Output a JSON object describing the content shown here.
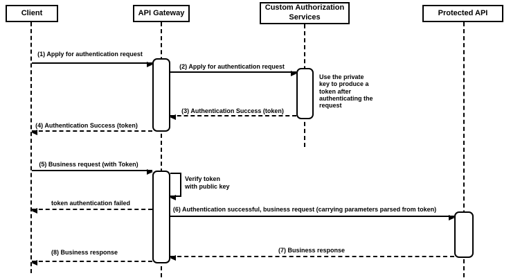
{
  "diagram_type": "uml-sequence",
  "colors": {
    "stroke": "#000000",
    "fill": "#ffffff",
    "text": "#000000",
    "background": "#ffffff"
  },
  "participants": [
    {
      "name": "Client"
    },
    {
      "name": "API Gateway"
    },
    {
      "name": "Custom Authorization Services"
    },
    {
      "name": "Protected API"
    }
  ],
  "messages": [
    {
      "seq": 1,
      "label": "(1) Apply for authentication request",
      "from": "Client",
      "to": "API Gateway",
      "style": "solid"
    },
    {
      "seq": 2,
      "label": "(2) Apply for authentication request",
      "from": "API Gateway",
      "to": "Custom Authorization Services",
      "style": "solid"
    },
    {
      "seq": 3,
      "label": "(3) Authentication Success (token)",
      "from": "Custom Authorization Services",
      "to": "API Gateway",
      "style": "dashed"
    },
    {
      "seq": 4,
      "label": "(4) Authentication Success (token)",
      "from": "API Gateway",
      "to": "Client",
      "style": "dashed"
    },
    {
      "seq": 5,
      "label": "(5) Business request (with Token)",
      "from": "Client",
      "to": "API Gateway",
      "style": "solid"
    },
    {
      "seq": 6,
      "label": "Verify token\nwith public key",
      "from": "API Gateway",
      "to": "API Gateway",
      "style": "self"
    },
    {
      "seq": 7,
      "label": "token authentication failed",
      "from": "API Gateway",
      "to": "Client",
      "style": "dashed"
    },
    {
      "seq": 8,
      "label": "(6) Authentication successful, business request (carrying parameters parsed from token)",
      "from": "API Gateway",
      "to": "Protected API",
      "style": "solid"
    },
    {
      "seq": 9,
      "label": "(7) Business response",
      "from": "Protected API",
      "to": "API Gateway",
      "style": "dashed"
    },
    {
      "seq": 10,
      "label": "(8) Business response",
      "from": "API Gateway",
      "to": "Client",
      "style": "dashed"
    }
  ],
  "note": {
    "text": "Use the private key to produce a token after authenticating the request",
    "attached_to": "Custom Authorization Services"
  }
}
